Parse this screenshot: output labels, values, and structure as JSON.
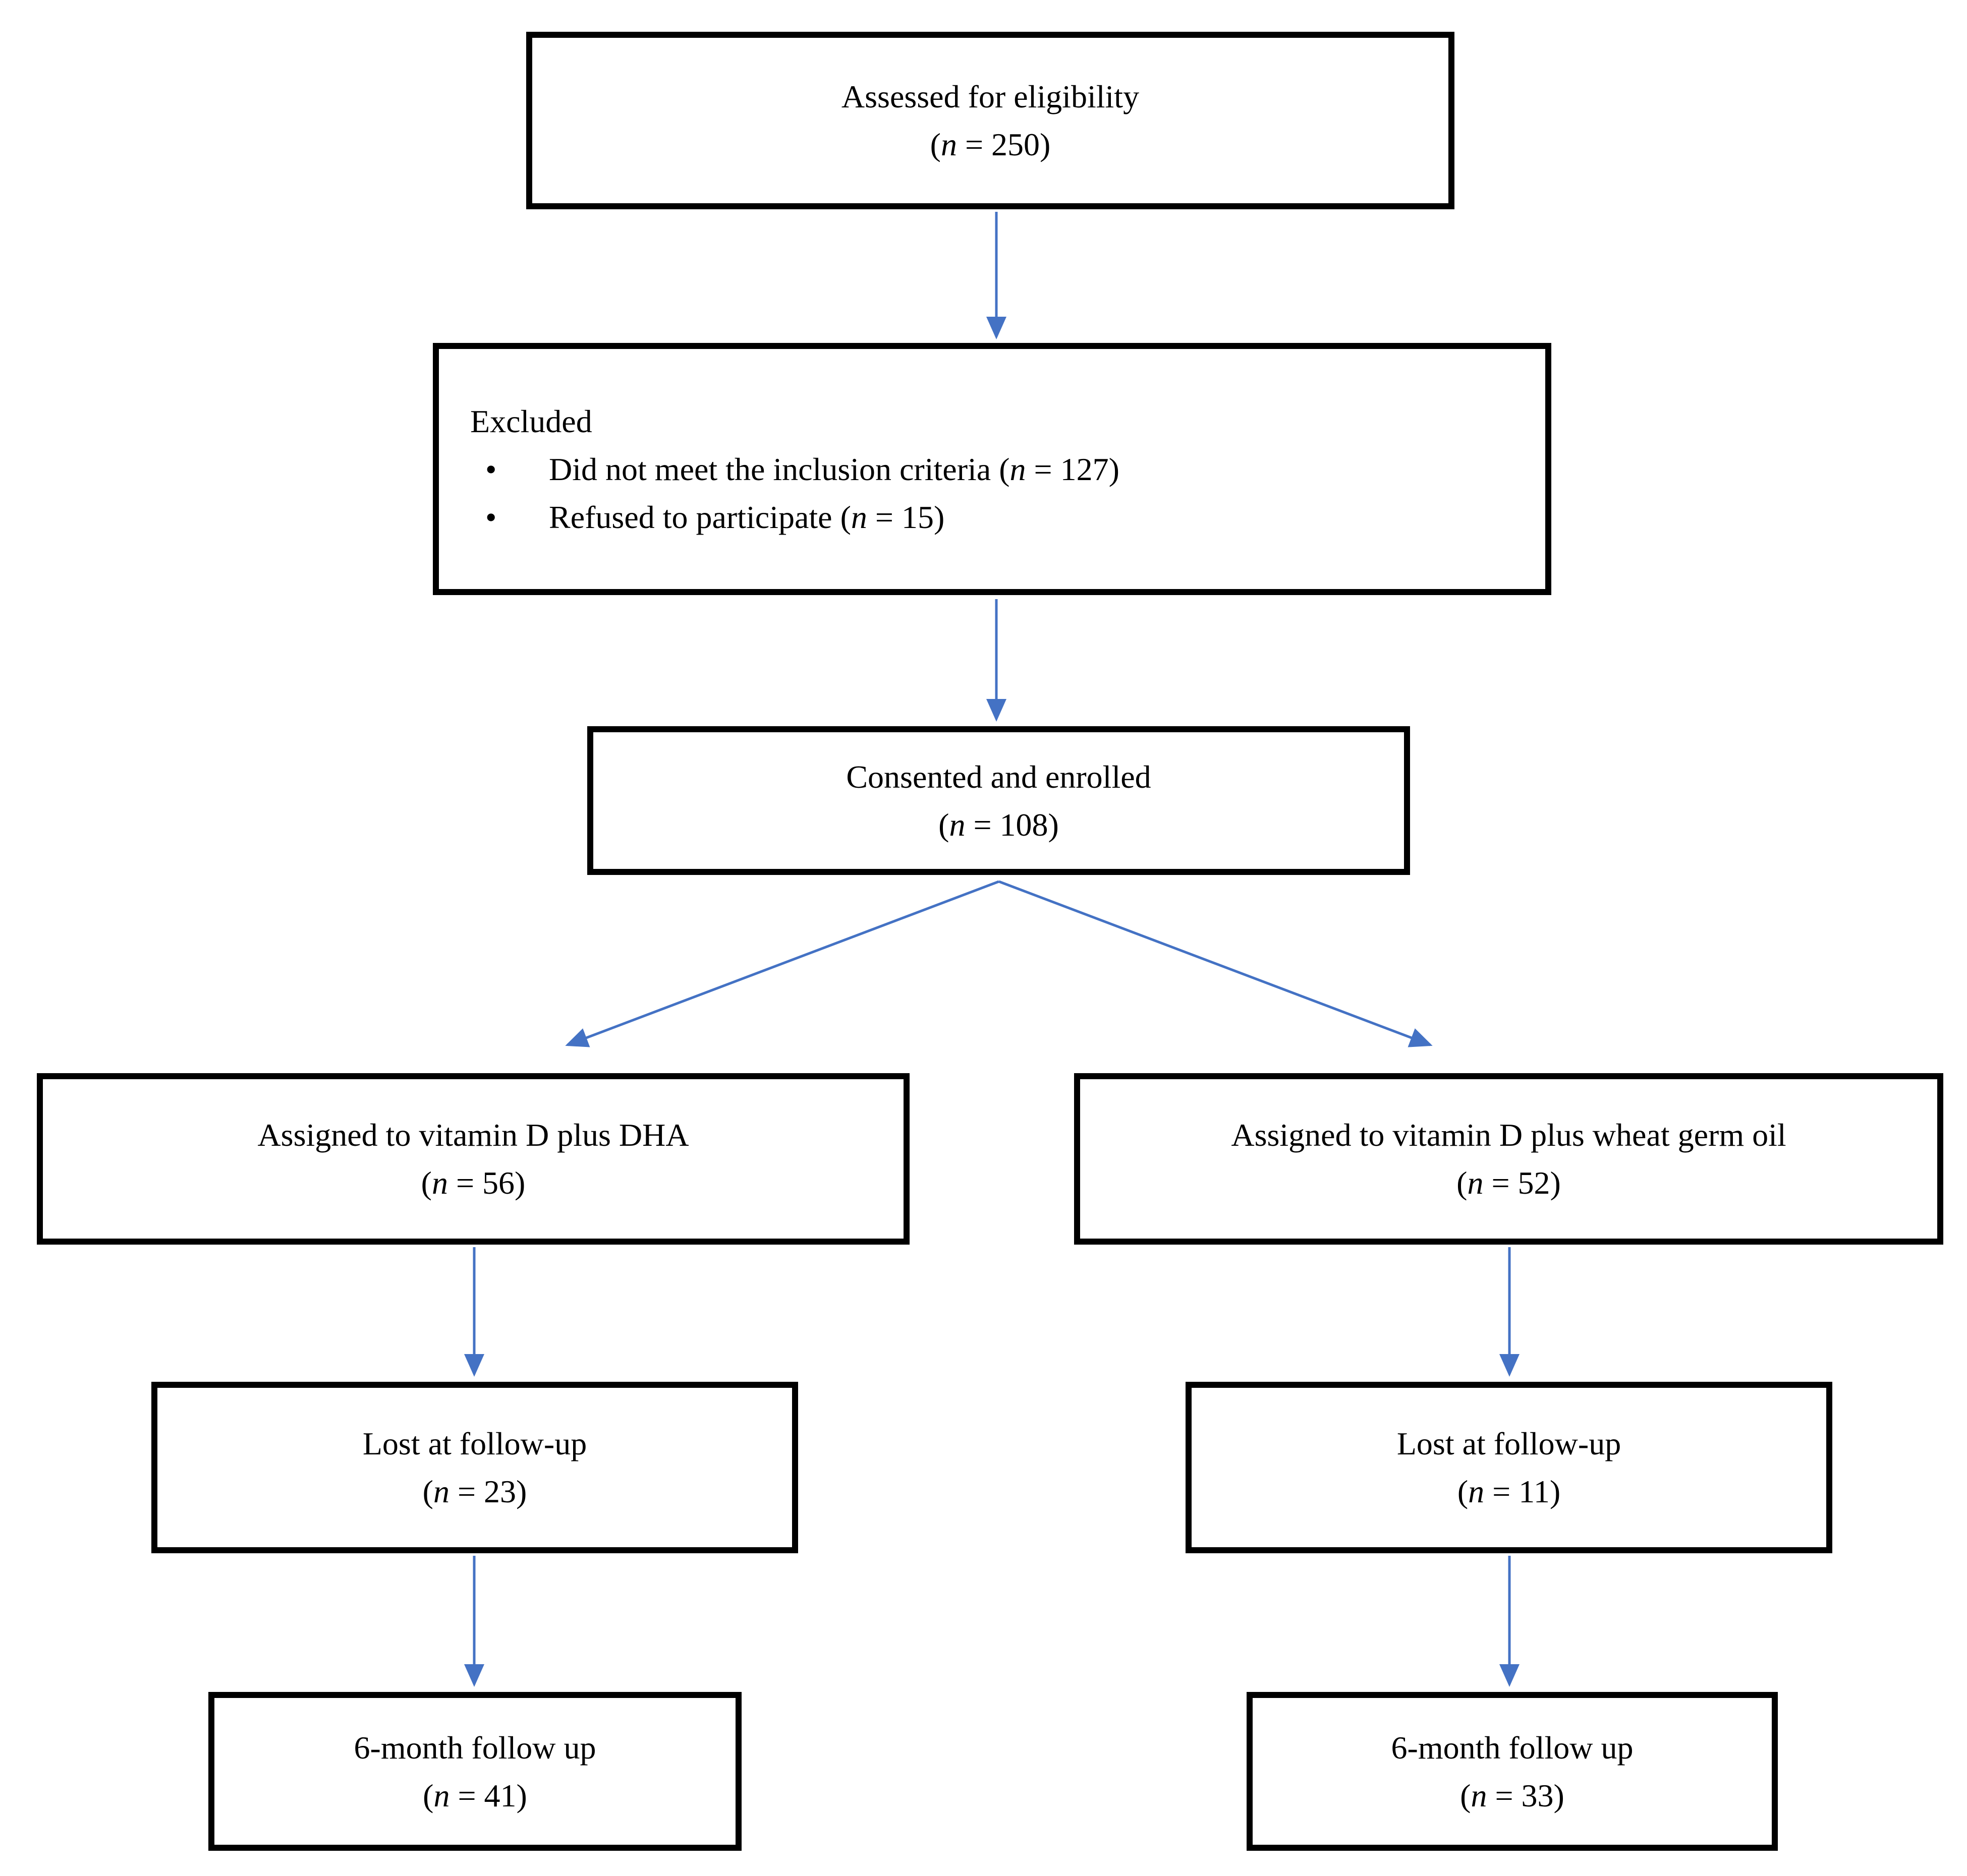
{
  "diagram": {
    "arrow_color": "#4472C4",
    "box_border_color": "#000000",
    "bullet_glyph": "•",
    "boxes": {
      "assessed": {
        "label": "Assessed for eligibility",
        "count": {
          "pre": "(",
          "n": "n",
          "post": " = 250)"
        }
      },
      "excluded": {
        "title": "Excluded",
        "items": [
          {
            "pre": "Did not meet the inclusion criteria (",
            "n": "n",
            "post": " = 127)"
          },
          {
            "pre": "Refused to participate (",
            "n": "n",
            "post": " = 15)"
          }
        ]
      },
      "consented": {
        "label": "Consented and enrolled",
        "count": {
          "pre": "(",
          "n": "n",
          "post": " = 108)"
        }
      },
      "assigned_dha": {
        "label": "Assigned to vitamin D plus DHA",
        "count": {
          "pre": "(",
          "n": "n",
          "post": " = 56)"
        }
      },
      "assigned_wgo": {
        "label": "Assigned to vitamin D plus wheat germ oil",
        "count": {
          "pre": "(",
          "n": "n",
          "post": " = 52)"
        }
      },
      "lost_dha": {
        "label": "Lost at follow-up",
        "count": {
          "pre": "(",
          "n": "n",
          "post": " = 23)"
        }
      },
      "lost_wgo": {
        "label": "Lost at follow-up",
        "count": {
          "pre": "(",
          "n": "n",
          "post": " = 11)"
        }
      },
      "followup_dha": {
        "label": "6-month follow up",
        "count": {
          "pre": "(",
          "n": "n",
          "post": " = 41)"
        }
      },
      "followup_wgo": {
        "label": "6-month follow up",
        "count": {
          "pre": "(",
          "n": "n",
          "post": " = 33)"
        }
      }
    }
  }
}
